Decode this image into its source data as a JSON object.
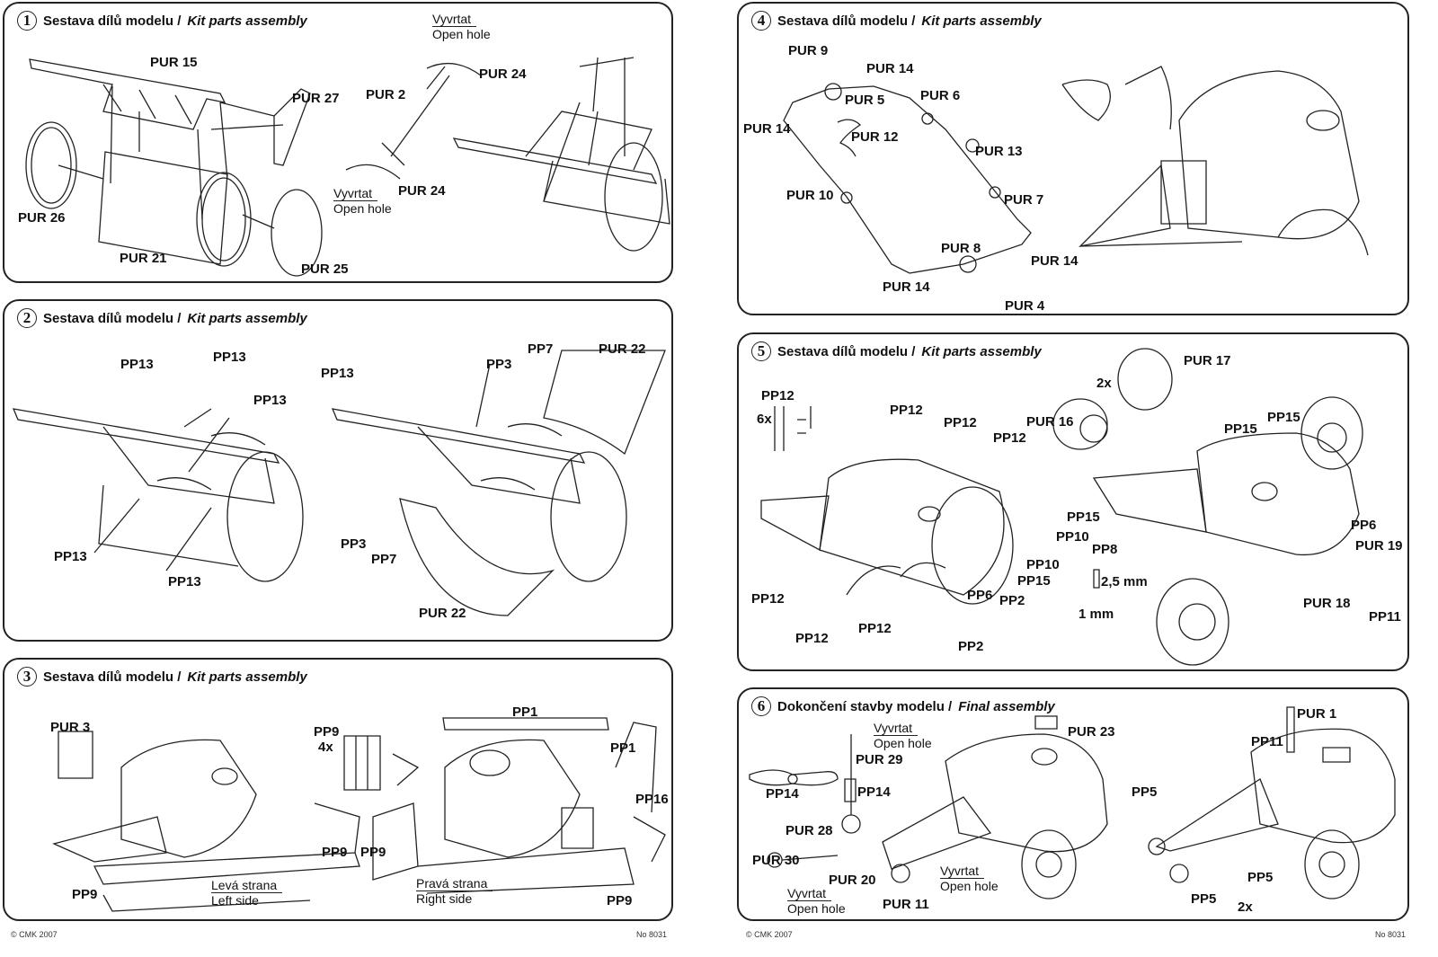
{
  "panels": [
    {
      "num": "1",
      "title_cs": "Sestava dílů modelu /",
      "title_en": "Kit parts assembly",
      "labels": [
        "PUR 15",
        "PUR 27",
        "PUR 2",
        "PUR 24",
        "PUR 24",
        "PUR 26",
        "PUR 21",
        "PUR 25"
      ],
      "notes": [
        {
          "cs": "Vyvrtat",
          "en": "Open hole"
        },
        {
          "cs": "Vyvrtat",
          "en": "Open hole"
        }
      ]
    },
    {
      "num": "2",
      "title_cs": "Sestava dílů modelu /",
      "title_en": "Kit parts assembly",
      "labels": [
        "PP13",
        "PP13",
        "PP13",
        "PP13",
        "PP13",
        "PP13",
        "PP3",
        "PP7",
        "PUR 22",
        "PP3",
        "PP7",
        "PUR 22"
      ]
    },
    {
      "num": "3",
      "title_cs": "Sestava dílů modelu /",
      "title_en": "Kit parts assembly",
      "labels": [
        "PUR 3",
        "PP9",
        "4x",
        "PP1",
        "PP1",
        "PP16",
        "PP9",
        "PP9",
        "PP9",
        "PP9"
      ],
      "notes": [
        {
          "cs": "Levá strana",
          "en": "Left side"
        },
        {
          "cs": "Pravá strana",
          "en": "Right side"
        }
      ]
    },
    {
      "num": "4",
      "title_cs": "Sestava dílů modelu /",
      "title_en": "Kit parts assembly",
      "labels": [
        "PUR 9",
        "PUR 14",
        "PUR 5",
        "PUR 6",
        "PUR 14",
        "PUR 12",
        "PUR 13",
        "PUR 10",
        "PUR 7",
        "PUR 8",
        "PUR 14",
        "PUR 14",
        "PUR 4"
      ]
    },
    {
      "num": "5",
      "title_cs": "Sestava dílů modelu /",
      "title_en": "Kit parts assembly",
      "labels": [
        "PP12",
        "6x",
        "PP12",
        "PP12",
        "PP12",
        "PUR 16",
        "2x",
        "PUR 17",
        "PP15",
        "PP15",
        "PP15",
        "PP10",
        "PP8",
        "PP10",
        "PP15",
        "2,5 mm",
        "1 mm",
        "PP6",
        "PP2",
        "PP2",
        "PP12",
        "PP12",
        "PP12",
        "PP6",
        "PUR 19",
        "PUR 18",
        "PP11"
      ]
    },
    {
      "num": "6",
      "title_cs": "Dokončení stavby modelu /",
      "title_en": "Final assembly",
      "labels": [
        "PUR 29",
        "PP14",
        "PP14",
        "PUR 28",
        "PUR 30",
        "PUR 20",
        "PUR 11",
        "PUR 23",
        "PUR 1",
        "PP11",
        "PP5",
        "PP5",
        "PP5",
        "2x"
      ],
      "notes": [
        {
          "cs": "Vyvrtat",
          "en": "Open hole"
        },
        {
          "cs": "Vyvrtat",
          "en": "Open hole"
        },
        {
          "cs": "Vyvrtat",
          "en": "Open hole"
        }
      ]
    }
  ],
  "footer": {
    "left": "© CMK 2007",
    "right": "No 8031"
  }
}
